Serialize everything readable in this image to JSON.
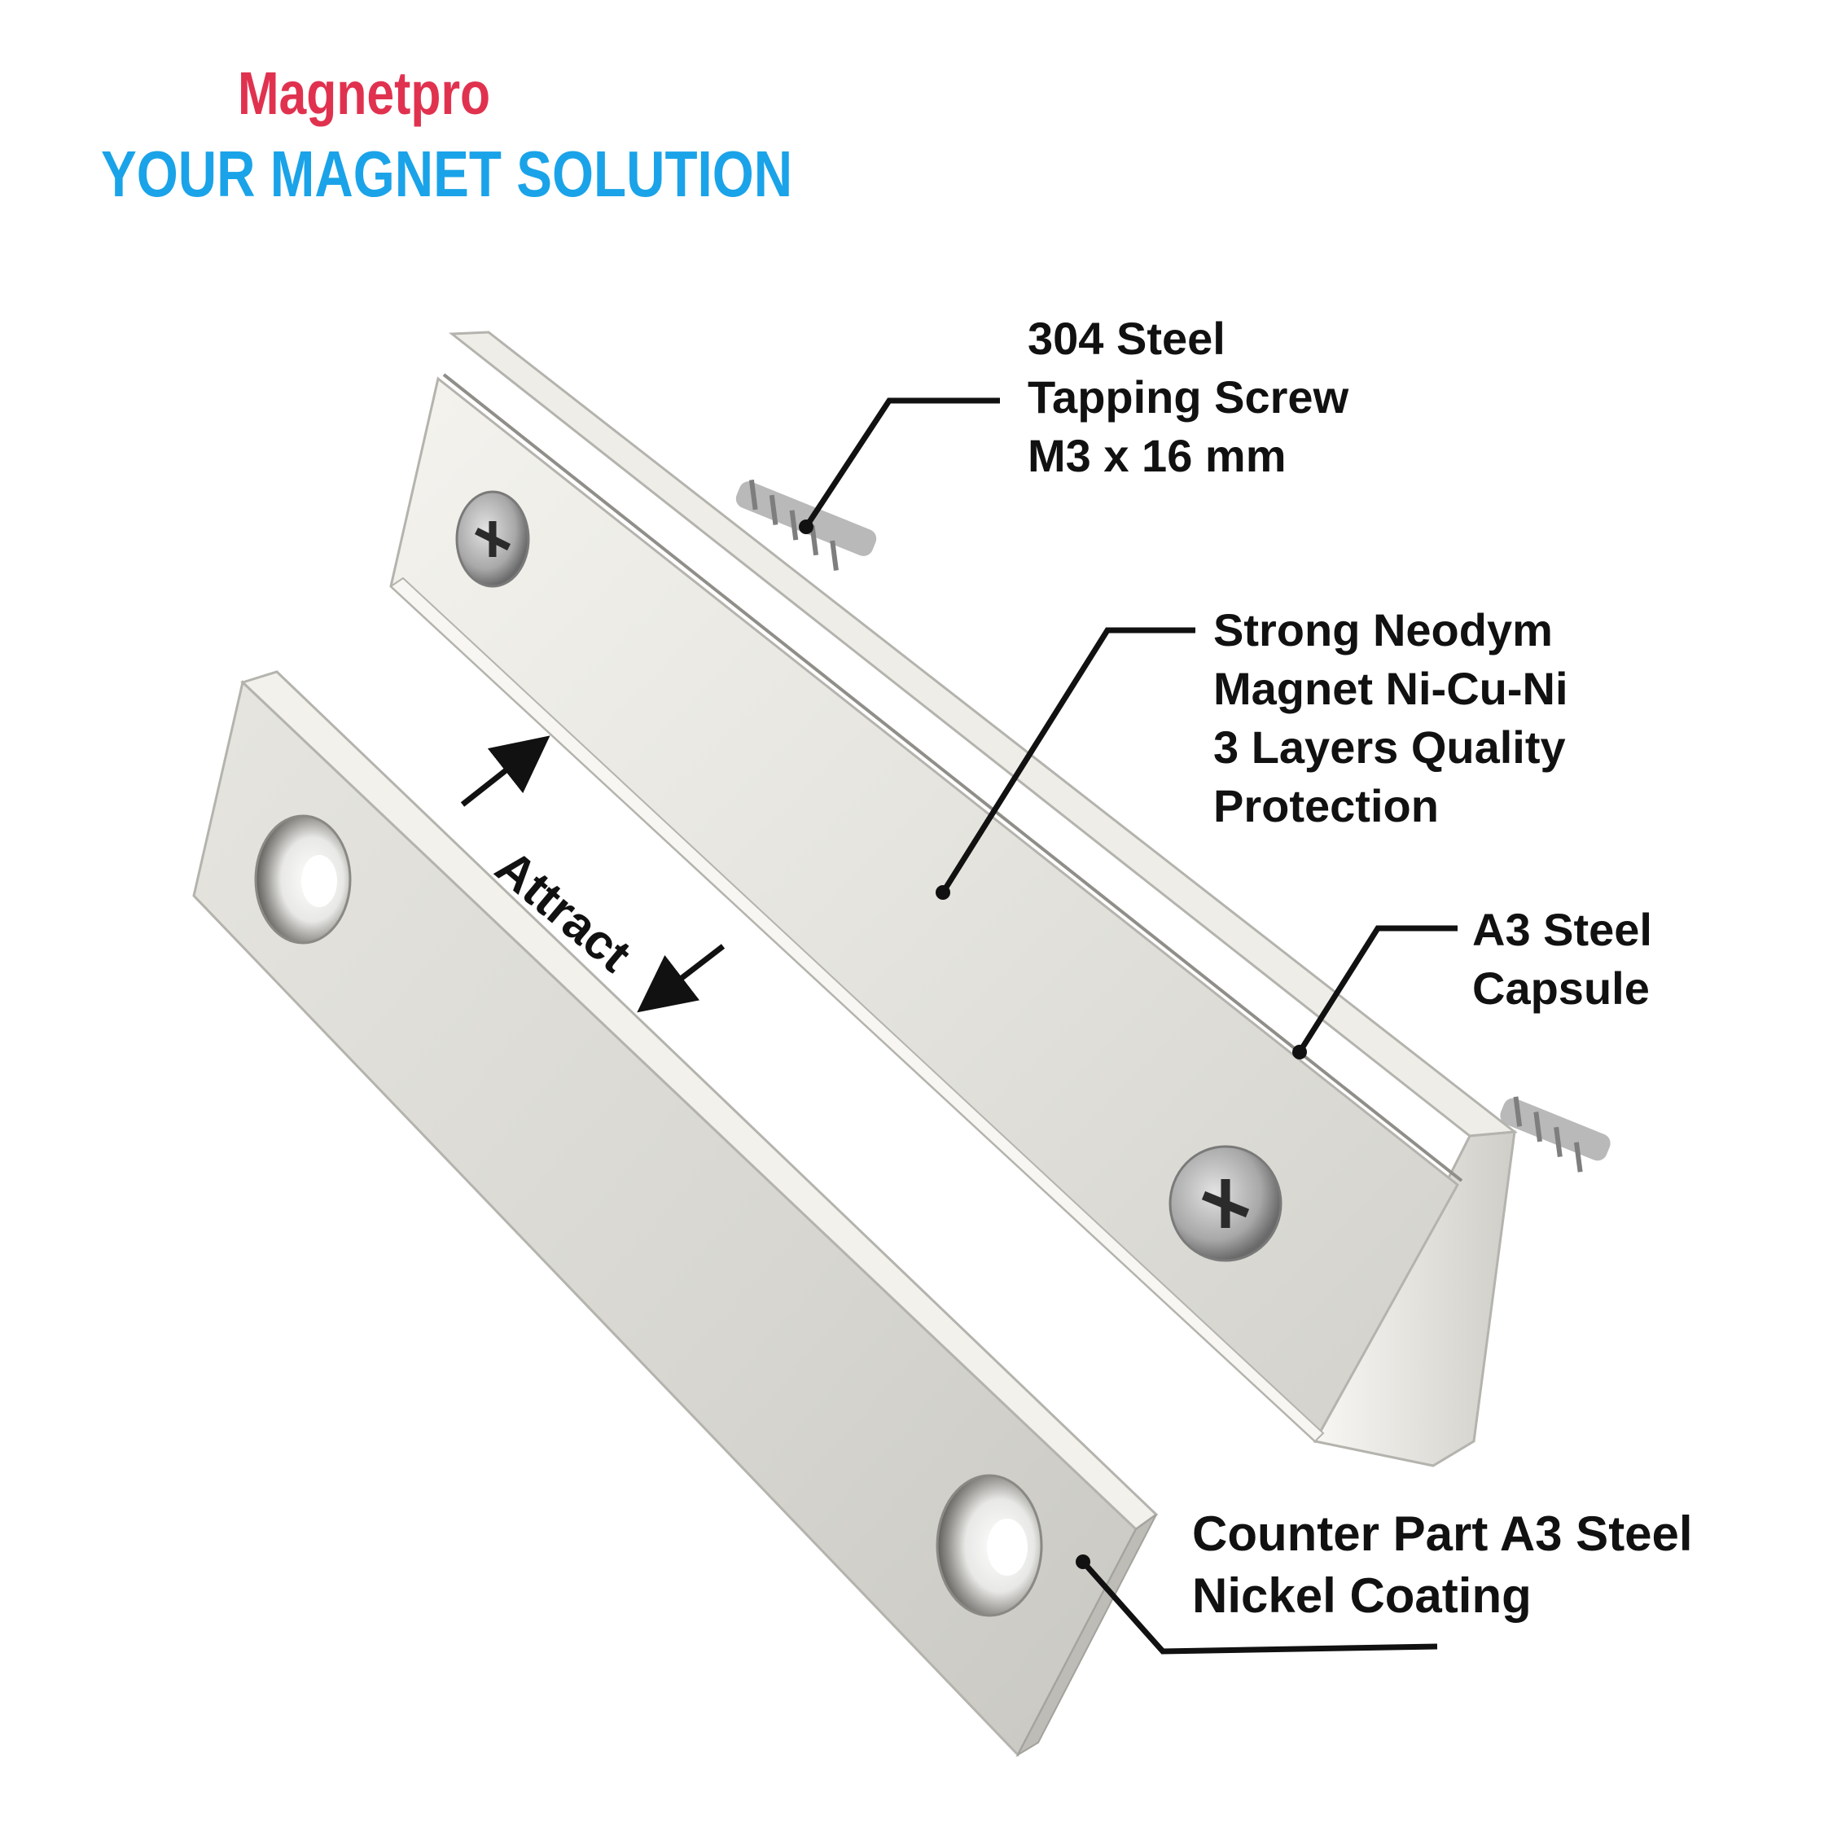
{
  "brand": {
    "name": "Magnetpro",
    "tagline": "YOUR MAGNET SOLUTION",
    "name_color": "#e0324f",
    "tagline_color": "#1aa3e8"
  },
  "callouts": {
    "screw": [
      "304 Steel",
      "Tapping Screw",
      "M3 x 16 mm"
    ],
    "magnet": [
      "Strong Neodym",
      "Magnet  Ni-Cu-Ni",
      "3 Layers Quality",
      "Protection"
    ],
    "capsule": [
      "A3 Steel",
      "Capsule"
    ],
    "counter_part": [
      "Counter Part A3 Steel",
      "Nickel Coating"
    ]
  },
  "attract_label": "Attract",
  "colors": {
    "text": "#111111",
    "metal_light": "#f2f1ec",
    "metal_mid": "#d9d8d2",
    "metal_dark": "#a9a8a2"
  }
}
